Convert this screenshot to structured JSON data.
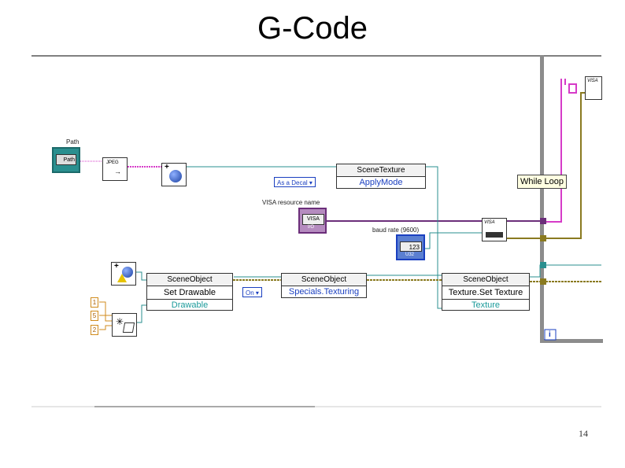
{
  "slide": {
    "title": "G-Code",
    "number": "14"
  },
  "labels": {
    "path": "Path",
    "path_ctrl": "Path",
    "visa_resource": "VISA resource name",
    "visa_ctrl": "VISA",
    "visa_type": "I/O",
    "baud_rate": "baud rate (9600)",
    "baud_value": "123",
    "baud_type": "U32",
    "while_loop": "While Loop",
    "iteration": "i"
  },
  "nodes": {
    "scene_texture": {
      "title": "SceneTexture",
      "property": "ApplyMode"
    },
    "scene_object_1": {
      "title": "SceneObject",
      "method": "Set Drawable",
      "param": "Drawable"
    },
    "scene_object_2": {
      "title": "SceneObject",
      "property": "Specials.Texturing"
    },
    "scene_object_3": {
      "title": "SceneObject",
      "method": "Texture.Set Texture",
      "param": "Texture"
    }
  },
  "enums": {
    "decal": "As a Decal",
    "on": "On"
  },
  "constants": [
    "1",
    "5",
    "2"
  ],
  "colors": {
    "wire_pink": "#d63bc8",
    "wire_teal": "#2a8f8f",
    "wire_olive": "#8a7a20",
    "visa_purple": "#6b2e7a",
    "loop_gray": "#8c8c8c"
  }
}
